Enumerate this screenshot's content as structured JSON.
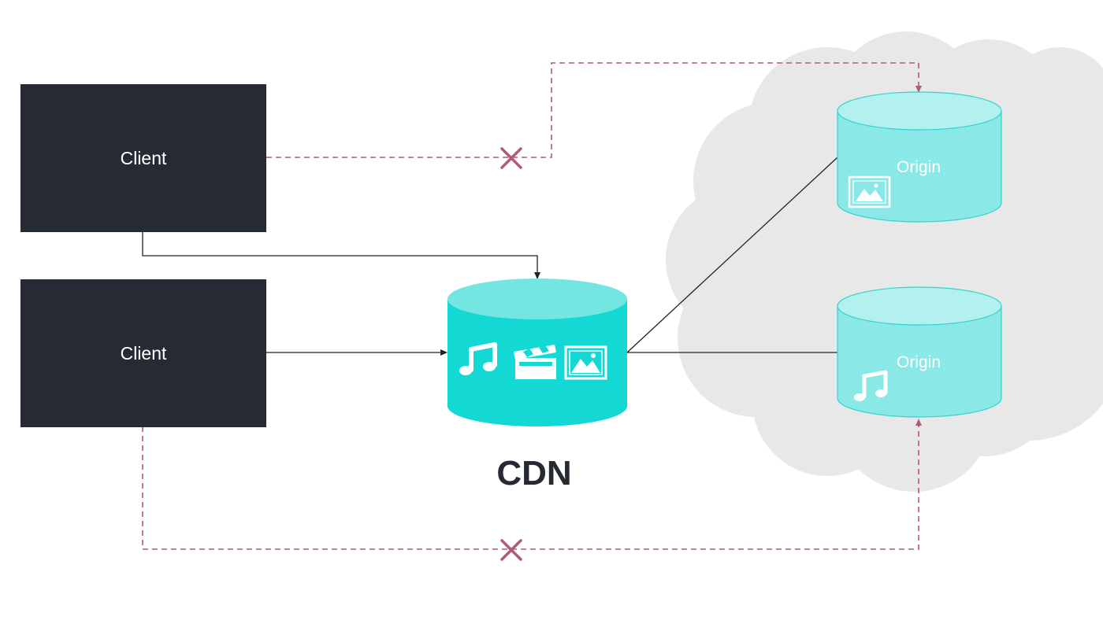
{
  "clients": [
    {
      "label": "Client"
    },
    {
      "label": "Client"
    }
  ],
  "cdn": {
    "label": "CDN",
    "content_icons": [
      "music-note-icon",
      "clapperboard-icon",
      "image-icon"
    ]
  },
  "origins": [
    {
      "label": "Origin",
      "icon": "image-icon"
    },
    {
      "label": "Origin",
      "icon": "music-note-icon"
    }
  ],
  "colors": {
    "client_fill": "#262a33",
    "cdn_fill": "#13d8d3",
    "cdn_top": "#74e6e2",
    "origin_fill": "#8ae9e6",
    "origin_top": "#b3f1ef",
    "cloud": "#e8e8e8",
    "blocked_path": "#b05a7a",
    "path": "#222222"
  },
  "connections": [
    {
      "from": "client-1",
      "to": "origin-1",
      "status": "blocked"
    },
    {
      "from": "client-1",
      "to": "cdn",
      "status": "allowed"
    },
    {
      "from": "client-2",
      "to": "cdn",
      "status": "allowed"
    },
    {
      "from": "client-2",
      "to": "origin-2",
      "status": "blocked"
    },
    {
      "from": "cdn",
      "to": "origin-1",
      "status": "allowed"
    },
    {
      "from": "cdn",
      "to": "origin-2",
      "status": "allowed"
    }
  ]
}
